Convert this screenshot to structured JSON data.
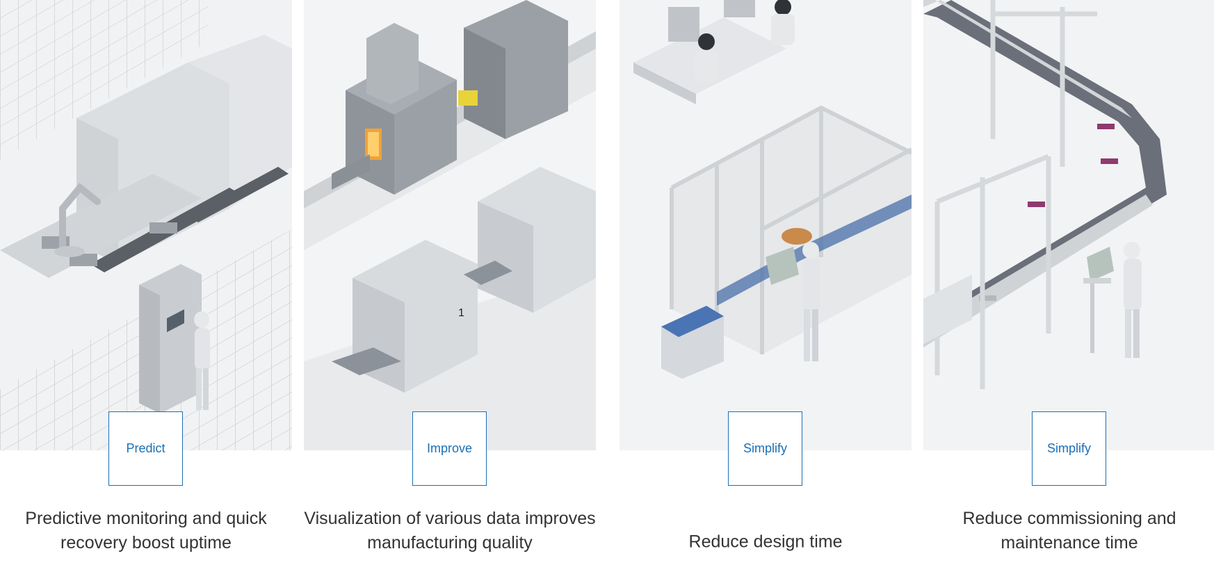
{
  "cards": [
    {
      "button_label": "Predict",
      "caption": "Predictive monitoring and quick recovery boost uptime",
      "illustration": "factory-robot-line-operator"
    },
    {
      "button_label": "Improve",
      "caption": "Visualization of various data improves manufacturing quality",
      "illustration": "furnace-and-press-machines",
      "machine_number": "1"
    },
    {
      "button_label": "Simplify",
      "caption": "Reduce design time",
      "illustration": "design-engineers-and-robot-cell"
    },
    {
      "button_label": "Simplify",
      "caption": "Reduce commissioning and maintenance time",
      "illustration": "delta-robot-conveyor-line"
    }
  ],
  "colors": {
    "accent": "#1a6fb5",
    "text": "#333333",
    "illustration_bg": "#eef0f2"
  }
}
